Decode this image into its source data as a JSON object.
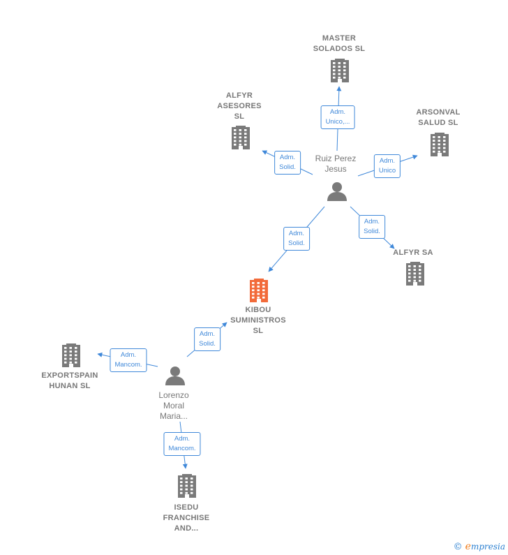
{
  "colors": {
    "edge": "#3f88d9",
    "node": "#7a7a7a",
    "focus": "#f26b3a"
  },
  "nodes": [
    {
      "id": "master",
      "type": "company",
      "label": "MASTER\nSOLADOS SL",
      "icon": "building-icon"
    },
    {
      "id": "alfyr_ases",
      "type": "company",
      "label": "ALFYR\nASESORES\nSL",
      "icon": "building-icon"
    },
    {
      "id": "arsonval",
      "type": "company",
      "label": "ARSONVAL\nSALUD SL",
      "icon": "building-icon"
    },
    {
      "id": "ruiz",
      "type": "person",
      "label": "Ruiz Perez\nJesus",
      "icon": "person-icon"
    },
    {
      "id": "alfyr_sa",
      "type": "company",
      "label": "ALFYR SA",
      "icon": "building-icon"
    },
    {
      "id": "kibou",
      "type": "company",
      "focus": true,
      "label": "KIBOU\nSUMINISTROS\nSL",
      "icon": "building-icon"
    },
    {
      "id": "export",
      "type": "company",
      "label": "EXPORTSPAIN\nHUNAN SL",
      "icon": "building-icon"
    },
    {
      "id": "lorenzo",
      "type": "person",
      "label": "Lorenzo\nMoral\nMaria...",
      "icon": "person-icon"
    },
    {
      "id": "isedu",
      "type": "company",
      "label": "ISEDU\nFRANCHISE\nAND...",
      "icon": "building-icon"
    }
  ],
  "edges": [
    {
      "from": "ruiz",
      "to": "master",
      "label": "Adm.\nUnico,..."
    },
    {
      "from": "ruiz",
      "to": "alfyr_ases",
      "label": "Adm.\nSolid."
    },
    {
      "from": "ruiz",
      "to": "arsonval",
      "label": "Adm.\nUnico"
    },
    {
      "from": "ruiz",
      "to": "alfyr_sa",
      "label": "Adm.\nSolid."
    },
    {
      "from": "ruiz",
      "to": "kibou",
      "label": "Adm.\nSolid."
    },
    {
      "from": "lorenzo",
      "to": "kibou",
      "label": "Adm.\nSolid."
    },
    {
      "from": "lorenzo",
      "to": "export",
      "label": "Adm.\nMancom."
    },
    {
      "from": "lorenzo",
      "to": "isedu",
      "label": "Adm.\nMancom."
    }
  ],
  "brand": {
    "copyright": "©",
    "first_letter": "e",
    "rest": "mpresia"
  }
}
